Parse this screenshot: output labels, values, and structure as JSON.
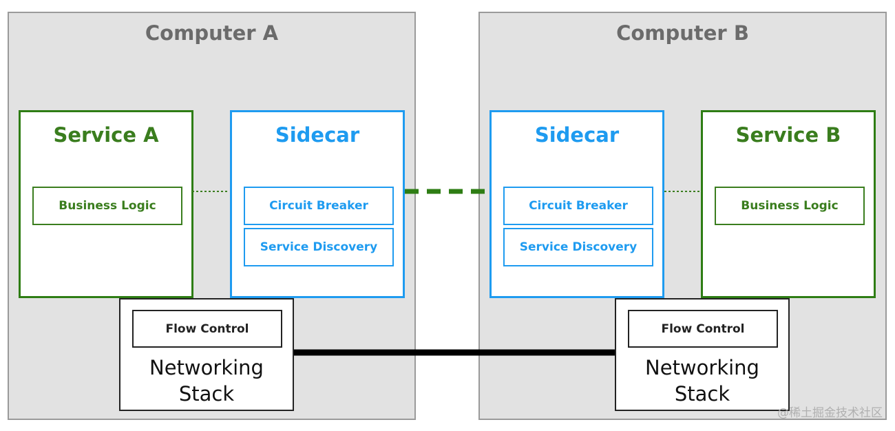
{
  "computers": [
    {
      "title": "Computer A",
      "service": {
        "title": "Service A",
        "component": "Business Logic"
      },
      "sidecar": {
        "title": "Sidecar",
        "components": [
          "Circuit Breaker",
          "Service Discovery"
        ]
      },
      "network": {
        "component": "Flow Control",
        "label_line1": "Networking",
        "label_line2": "Stack"
      }
    },
    {
      "title": "Computer B",
      "service": {
        "title": "Service B",
        "component": "Business Logic"
      },
      "sidecar": {
        "title": "Sidecar",
        "components": [
          "Circuit Breaker",
          "Service Discovery"
        ]
      },
      "network": {
        "component": "Flow Control",
        "label_line1": "Networking",
        "label_line2": "Stack"
      }
    }
  ],
  "watermark": "@稀土掘金技术社区",
  "colors": {
    "service": "#3a7d1e",
    "sidecar": "#1e9bf0",
    "computer_bg": "#e2e2e2",
    "network_link": "#000000"
  }
}
